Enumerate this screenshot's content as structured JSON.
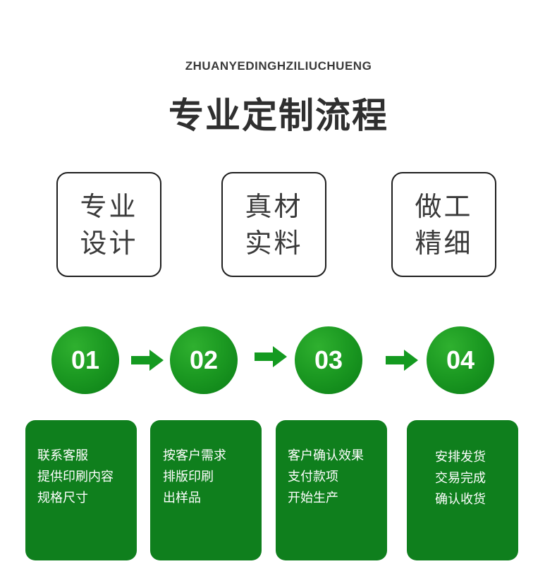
{
  "header": {
    "subtitle": "ZHUANYEDINGHZILIUCHUENG",
    "title": "专业定制流程"
  },
  "features": [
    {
      "line1": "专业",
      "line2": "设计"
    },
    {
      "line1": "真材",
      "line2": "实料"
    },
    {
      "line1": "做工",
      "line2": "精细"
    }
  ],
  "steps": [
    {
      "number": "01",
      "lines": [
        "联系客服",
        "提供印刷内容",
        "规格尺寸"
      ]
    },
    {
      "number": "02",
      "lines": [
        "按客户需求",
        "排版印刷",
        "出样品"
      ]
    },
    {
      "number": "03",
      "lines": [
        "客户确认效果",
        "支付款项",
        "开始生产"
      ]
    },
    {
      "number": "04",
      "lines": [
        "安排发货",
        "交易完成",
        "确认收货"
      ]
    }
  ],
  "colors": {
    "accent_green": "#0f7f1d",
    "arrow_green": "#149a20",
    "text_dark": "#2f2f2f"
  }
}
